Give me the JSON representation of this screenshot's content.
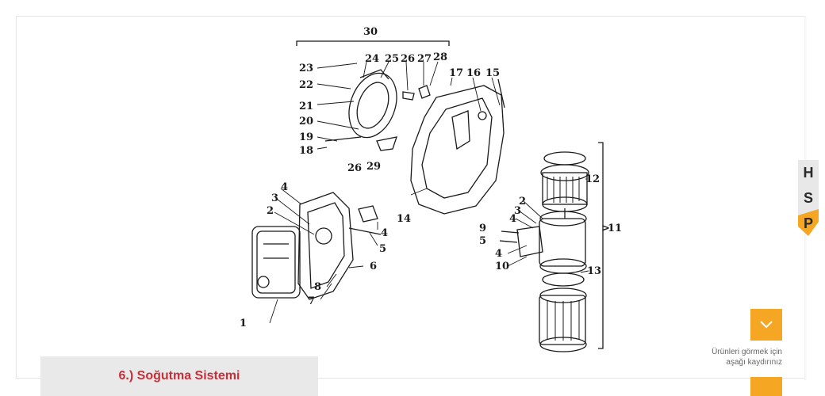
{
  "caption": {
    "title": "6.) Soğutma Sistemi"
  },
  "scroll_hint": {
    "line1": "Ürünleri görmek için",
    "line2": "aşağı kaydırınız"
  },
  "icons": {
    "scroll": "chevron-down-icon"
  },
  "side_badge": {
    "letters": [
      "H",
      "S",
      "P"
    ]
  },
  "colors": {
    "accent": "#f5a623",
    "caption_text": "#c62f3a",
    "caption_bg": "#e9e9e9"
  },
  "diagram": {
    "labels": [
      "30",
      "23",
      "24",
      "25",
      "26",
      "27",
      "28",
      "22",
      "21",
      "20",
      "19",
      "18",
      "26",
      "29",
      "17",
      "16",
      "15",
      "14",
      "4",
      "3",
      "2",
      "5",
      "4",
      "1",
      "8",
      "7",
      "6",
      "12",
      "2",
      "3",
      "4",
      "9",
      "5",
      "4",
      "10",
      "11",
      "13"
    ]
  }
}
